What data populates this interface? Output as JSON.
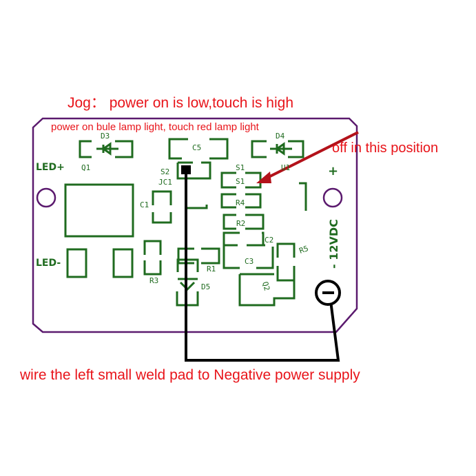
{
  "annotations": {
    "jog_note": "Jog： power on is low,touch is high",
    "lamp_note": "power on bule lamp light, touch red lamp light",
    "off_note": "off in this position",
    "wire_note": "wire the  left small weld pad  to Negative power supply"
  },
  "board": {
    "labels": {
      "led_plus": "LED+",
      "led_minus": "LED-",
      "supply": "- 12VDC",
      "plus": "+",
      "d3": "D3",
      "d4": "D4",
      "d5": "D5",
      "q1": "Q1",
      "u1": "U1",
      "c5": "C5",
      "s2": "S2",
      "s1_top": "S1",
      "s1": "S1",
      "jc1": "JC1",
      "c1": "C1",
      "c2": "C2",
      "c3": "C3",
      "r1": "R1",
      "r2": "R2",
      "r3": "R3",
      "r4": "R4",
      "r5": "R5",
      "q2": "Q2"
    }
  },
  "colors": {
    "annotation": "#e8141a",
    "silkscreen": "#1f6b1f",
    "board_outline": "#5b1a6e",
    "wire": "#000000",
    "arrow": "#b3121a"
  }
}
